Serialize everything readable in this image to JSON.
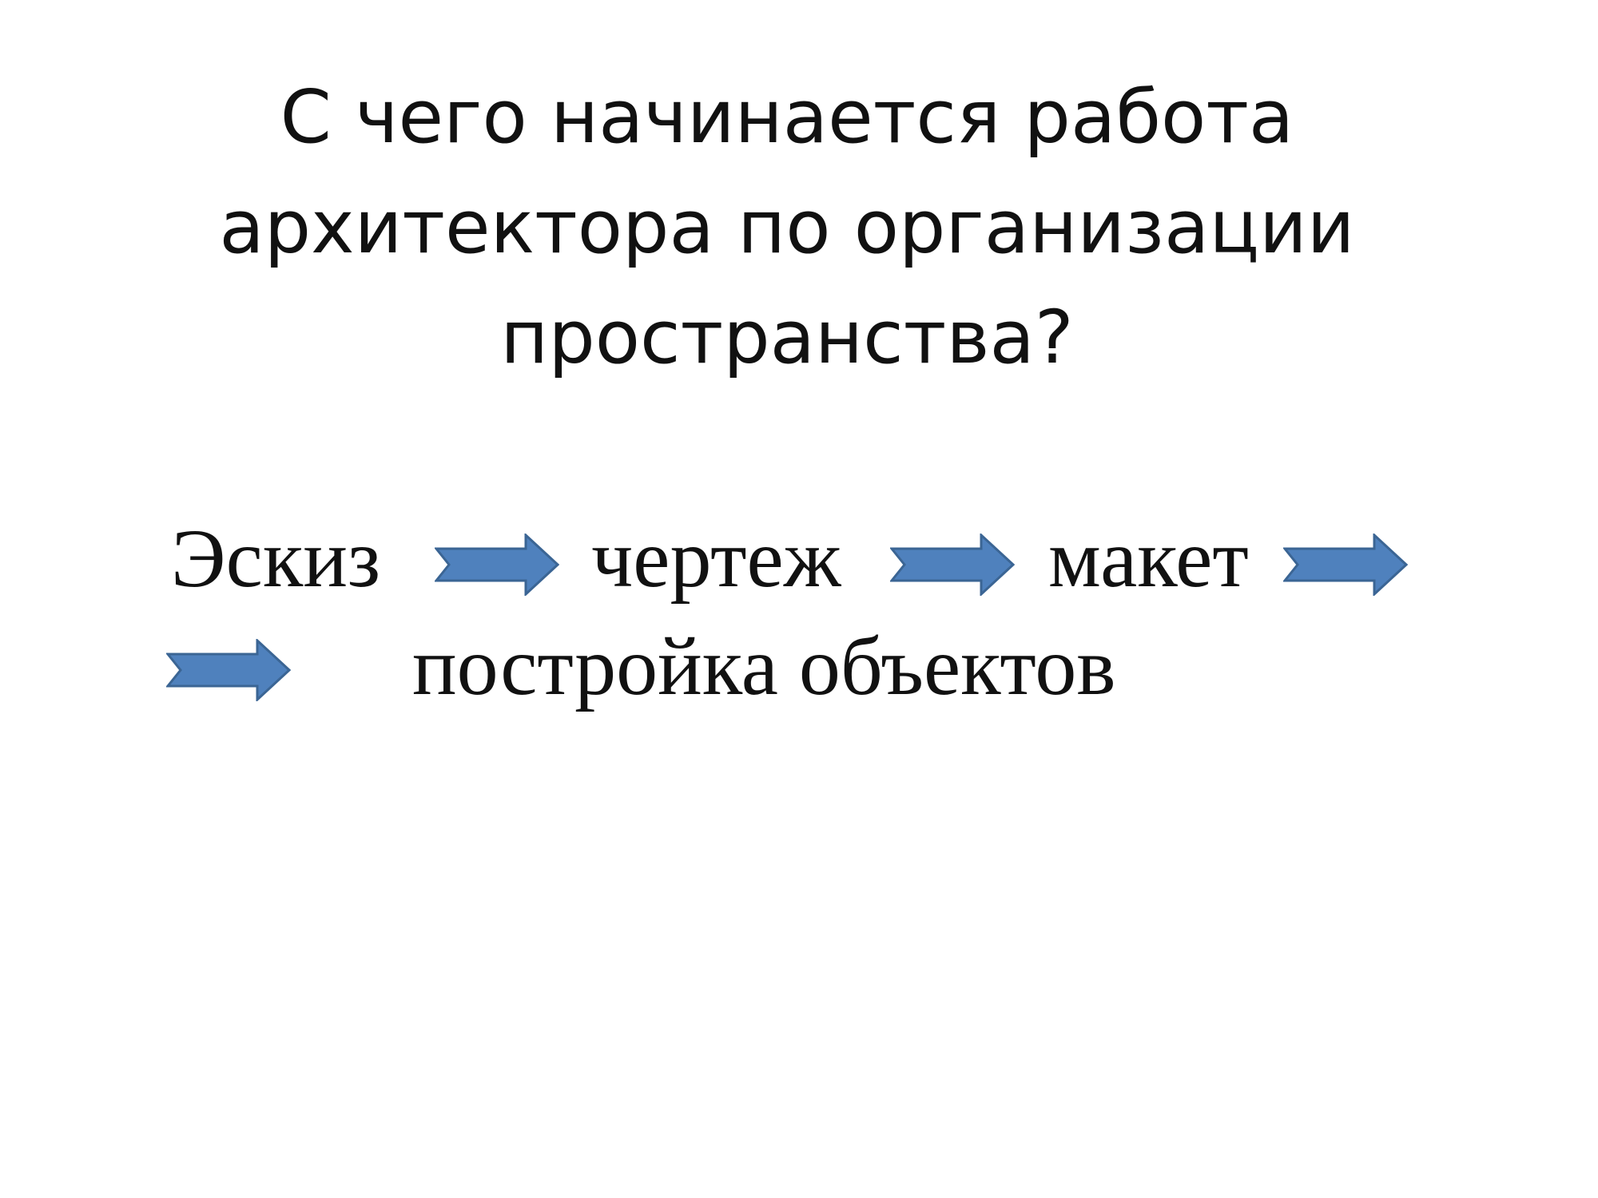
{
  "slide": {
    "title_lines": [
      "С чего начинается работа",
      "архитектора по организации",
      "пространства?"
    ],
    "flow": {
      "steps": [
        "Эскиз",
        "чертеж",
        "макет",
        "постройка объектов"
      ],
      "arrow_fill": "#4f81bd",
      "arrow_stroke": "#3b6594"
    }
  }
}
